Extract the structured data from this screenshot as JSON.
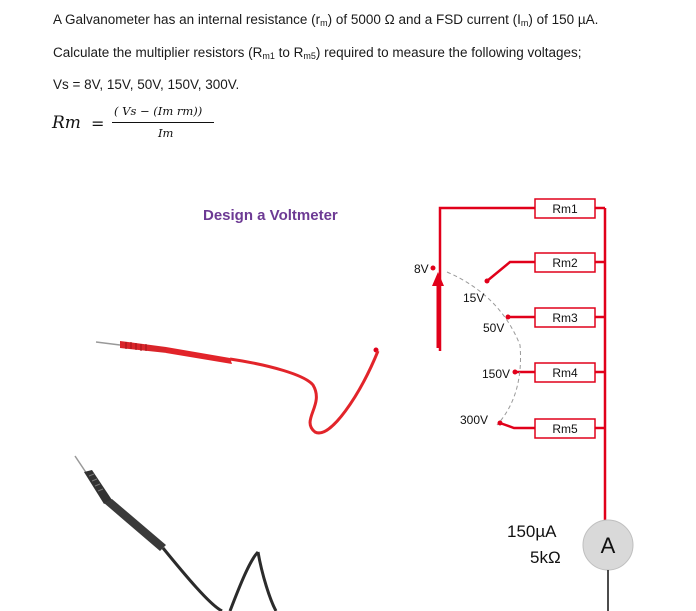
{
  "problem": {
    "line1_parts": [
      "A Galvanometer has an internal resistance (r",
      "m",
      ") of 5000 Ω and a FSD current (I",
      "m",
      ") of 150 µA."
    ],
    "line2_parts": [
      "Calculate the multiplier resistors (R",
      "m1",
      " to R",
      "m5",
      ") required to measure the following voltages;"
    ],
    "line3": "Vs = 8V, 15V, 50V, 150V, 300V."
  },
  "formula": {
    "lhs": "Rm",
    "equals": "=",
    "numerator": "( Vs − (Im rm))",
    "denominator": "Im"
  },
  "diagram": {
    "heading": "Design a Voltmeter",
    "taps": [
      "8V",
      "15V",
      "50V",
      "150V",
      "300V"
    ],
    "resistors": [
      "Rm1",
      "Rm2",
      "Rm3",
      "Rm4",
      "Rm5"
    ],
    "meter_current": "150µA",
    "meter_resistance": "5kΩ",
    "meter_symbol": "A",
    "colors": {
      "wire": "#e1001a",
      "probe_red": "#d9252a",
      "probe_black": "#2b2b2b",
      "meter_fill": "#d9d9d9",
      "heading": "#6d3a94"
    }
  }
}
